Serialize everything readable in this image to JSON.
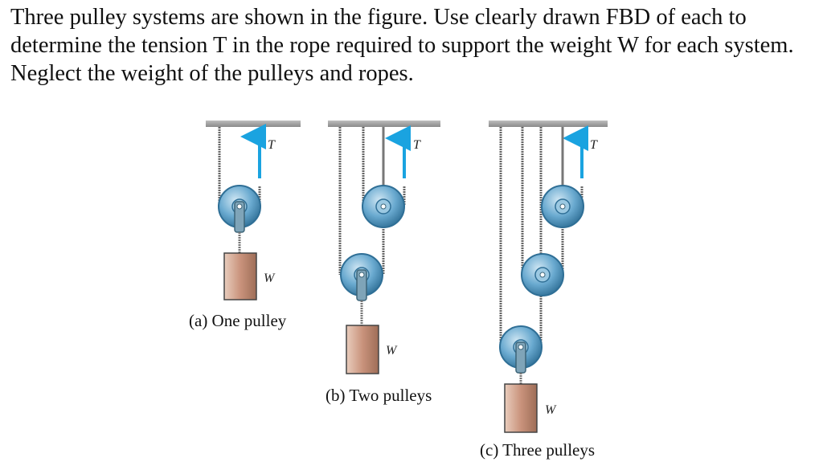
{
  "problem": {
    "text": "Three pulley systems are shown in the figure. Use clearly drawn FBD of each to determine the tension T in the rope required to support the weight W for each system. Neglect the weight of the pulleys and ropes."
  },
  "figure": {
    "tension_symbol": "T",
    "weight_symbol": "W",
    "captions": {
      "a": "(a) One pulley",
      "b": "(b) Two pulleys",
      "c": "(c) Three pulleys"
    }
  },
  "colors": {
    "pulley": "#5a9fc4",
    "pulley_dark": "#2f6f96",
    "arrow": "#1aa3e0",
    "weight": "#c9937c",
    "ceiling": "#999999"
  }
}
